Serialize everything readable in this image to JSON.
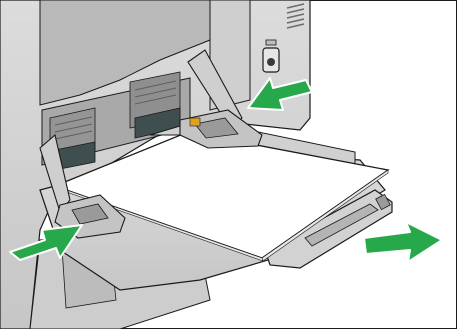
{
  "illustration": {
    "subject": "bypass-tray-paper-loading",
    "arrows": [
      {
        "name": "push-guide-arrow-left-guide",
        "color": "#27a84a"
      },
      {
        "name": "push-guide-arrow-right-guide",
        "color": "#27a84a"
      },
      {
        "name": "pull-extension-arrow",
        "color": "#27a84a"
      }
    ],
    "colors": {
      "machine_body": "#d6d6d6",
      "machine_dark": "#9a9a9a",
      "outline": "#1a1a1a",
      "paper": "#ffffff",
      "accent_arrow": "#27a84a"
    }
  }
}
